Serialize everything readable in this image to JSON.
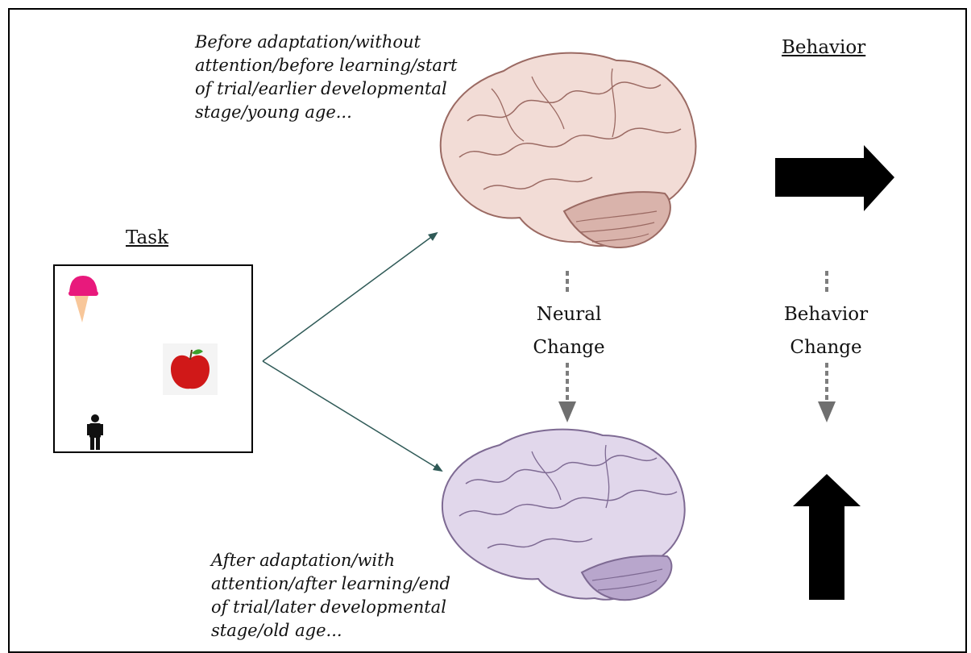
{
  "task": {
    "heading": "Task",
    "items": [
      "ice-cream-cone",
      "apple",
      "person"
    ]
  },
  "before_caption": [
    "Before adaptation/without",
    "attention/before learning/start",
    "of trial/earlier developmental",
    "stage/young age..."
  ],
  "after_caption": [
    "After adaptation/with",
    "attention/after learning/end",
    "of trial/later developmental",
    "stage/old age..."
  ],
  "behavior": {
    "heading": "Behavior"
  },
  "neural_change": [
    "Neural",
    "Change"
  ],
  "behavior_change": [
    "Behavior",
    "Change"
  ],
  "colors": {
    "brain_before": "#f2dcd6",
    "brain_before_stroke": "#9b6a63",
    "brain_after": "#e1d7eb",
    "brain_after_stroke": "#7e6a93",
    "arrow_teal": "#2f5a57",
    "dashed": "#7d7d7d"
  }
}
